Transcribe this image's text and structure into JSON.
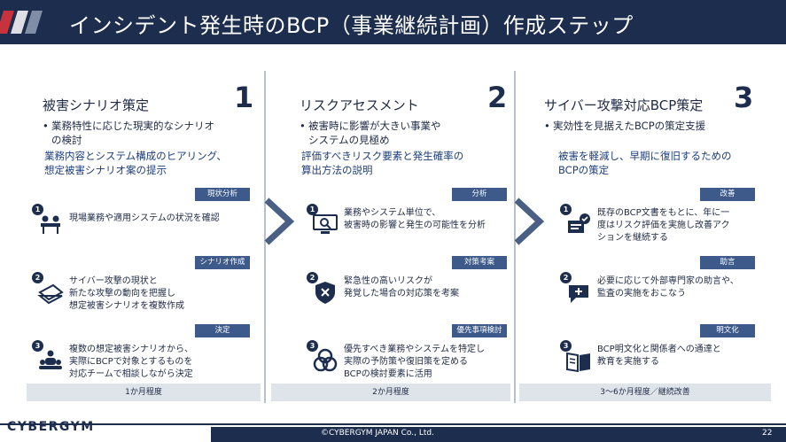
{
  "header": {
    "title": "インシデント発生時のBCP（事業継続計画）作成ステップ"
  },
  "steps": [
    {
      "title": "被害シナリオ策定",
      "number": "1",
      "bullet_mark": "•",
      "bullet_lines": [
        "業務特性に応じた現実的なシナリオ",
        "の検討"
      ],
      "sub_lines": [
        "業務内容とシステム構成のヒアリング、",
        "想定被害シナリオ案の提示"
      ],
      "items": [
        {
          "num": "1",
          "tag": "現状分析",
          "lines": [
            "現場業務や適用システムの状況を確認"
          ],
          "icon": "people-at-desk-icon"
        },
        {
          "num": "2",
          "tag": "シナリオ作成",
          "lines": [
            "サイバー攻撃の現状と",
            "新たな攻撃の動向を把握し",
            "想定被害シナリオを複数作成"
          ],
          "icon": "documents-stack-icon"
        },
        {
          "num": "3",
          "tag": "決定",
          "lines": [
            "複数の想定被害シナリオから、",
            "実際にBCPで対象とするものを",
            "対応チームで相談しながら決定"
          ],
          "icon": "team-meeting-icon"
        }
      ],
      "duration": "1か月程度"
    },
    {
      "title": "リスクアセスメント",
      "number": "2",
      "bullet_mark": "•",
      "bullet_lines": [
        "被害時に影響が大きい事業や",
        "システムの見極め"
      ],
      "sub_lines": [
        "評価すべきリスク要素と発生確率の",
        "算出方法の説明"
      ],
      "items": [
        {
          "num": "1",
          "tag": "分析",
          "lines": [
            "業務やシステム単位で、",
            "被害時の影響と発生の可能性を分析"
          ],
          "icon": "monitor-analysis-icon"
        },
        {
          "num": "2",
          "tag": "対策考案",
          "lines": [
            "緊急性の高いリスクが",
            "発覚した場合の対応策を考案"
          ],
          "icon": "shield-x-icon"
        },
        {
          "num": "3",
          "tag": "優先事項検討",
          "lines": [
            "優先すべき業務やシステムを特定し",
            "実際の予防策や復旧策を定める",
            "BCPの検討要素に活用"
          ],
          "icon": "venn-icon"
        }
      ],
      "duration": "2か月程度"
    },
    {
      "title": "サイバー攻撃対応BCP策定",
      "number": "3",
      "bullet_mark": "•",
      "bullet_lines": [
        "実効性を見据えたBCPの策定支援"
      ],
      "sub_lines": [
        "被害を軽減し、早期に復旧するための",
        "BCPの策定"
      ],
      "items": [
        {
          "num": "1",
          "tag": "改善",
          "lines": [
            "既存のBCP文書をもとに、年に一",
            "度はリスク評価を実施し改善アク",
            "ションを継続する"
          ],
          "icon": "document-check-icon"
        },
        {
          "num": "2",
          "tag": "助言",
          "lines": [
            "必要に応じて外部専門家の助言や、",
            "監査の実施をおこなう"
          ],
          "icon": "chat-plus-icon"
        },
        {
          "num": "3",
          "tag": "明文化",
          "lines": [
            "BCP明文化と関係者への通達と",
            "教育を実施する"
          ],
          "icon": "open-book-icon"
        }
      ],
      "duration": "3～6か月程度／継続改善"
    }
  ],
  "footer": {
    "brand": "CYBERGYM",
    "copyright": "©CYBERGYM JAPAN Co., Ltd.",
    "page": "22"
  },
  "colors": {
    "navy": "#1c2d4e",
    "tag": "#3d5a8a",
    "accent_red": "#c8323c",
    "duration_bg": "#dfe3ea"
  }
}
